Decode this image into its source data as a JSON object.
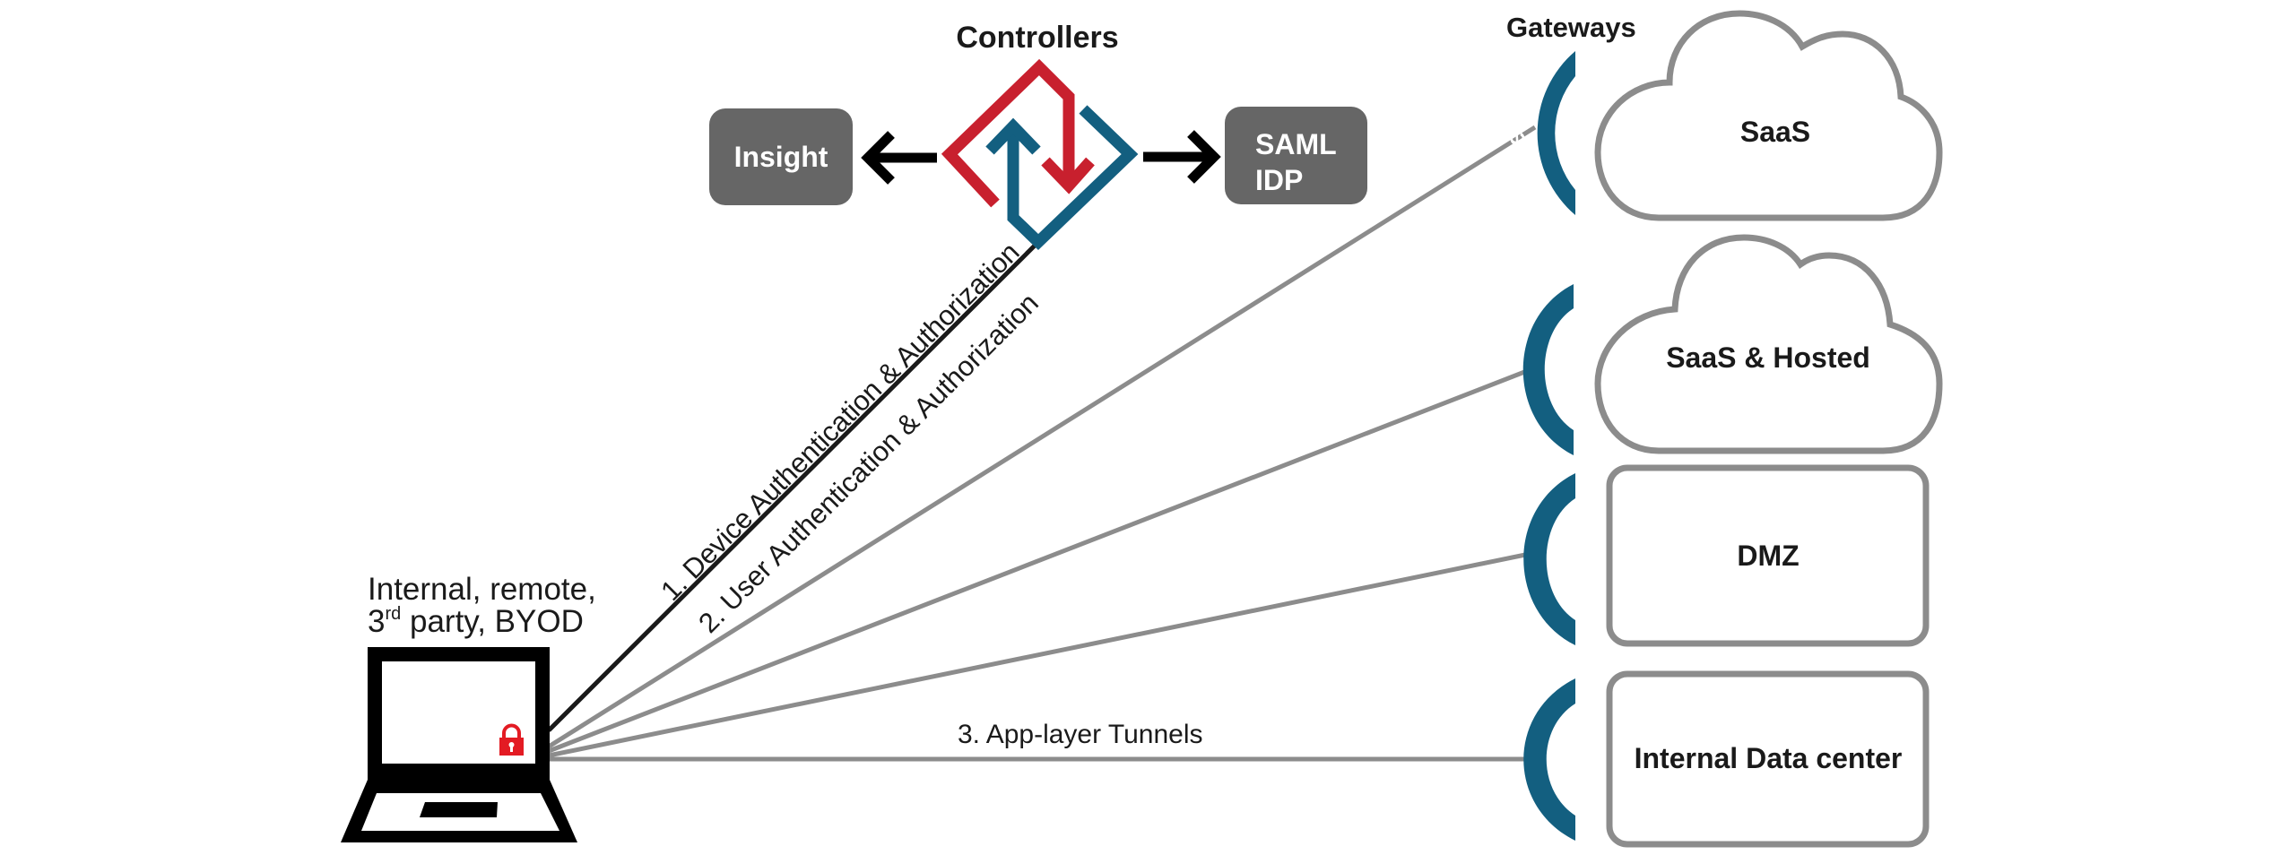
{
  "colors": {
    "controller_red": "#C8202E",
    "controller_blue": "#135F80",
    "gateway_blue": "#135F80",
    "service_box": "#666666",
    "tunnel_gray": "#8C8C8C",
    "auth_line": "#1a1a1a",
    "lock_red": "#E31B23"
  },
  "controllers": {
    "title": "Controllers",
    "icon": "controller-diamond-icon"
  },
  "services": {
    "insight": "Insight",
    "saml_line1": "SAML",
    "saml_line2": "IDP"
  },
  "client": {
    "label_line1": "Internal, remote,",
    "label_line2_prefix": "3",
    "label_line2_sup": "rd",
    "label_line2_suffix": " party, BYOD",
    "icon": "laptop-icon",
    "lock_icon": "lock-icon"
  },
  "flows": {
    "device_auth": "1. Device Authentication & Authorization",
    "user_auth": "2. User Authentication & Authorization",
    "tunnels": "3. App-layer Tunnels"
  },
  "gateways": {
    "title": "Gateways",
    "federator_label": "Federator",
    "destinations": [
      {
        "name": "SaaS",
        "shape": "cloud"
      },
      {
        "name": "SaaS & Hosted",
        "shape": "cloud"
      },
      {
        "name": "DMZ",
        "shape": "box"
      },
      {
        "name": "Internal Data center",
        "shape": "box"
      }
    ]
  }
}
